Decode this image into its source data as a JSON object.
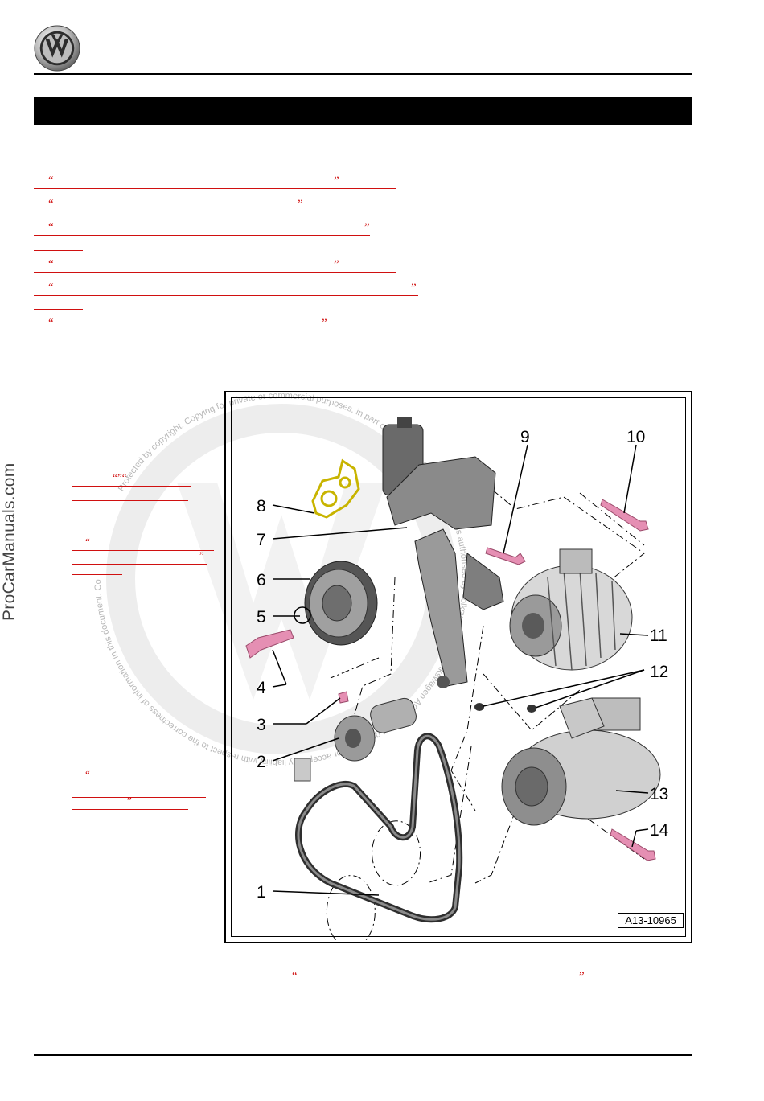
{
  "sidebar": {
    "brand_text": "ProCarManuals.com"
  },
  "header": {
    "logo": "vw-logo-icon"
  },
  "references": [
    {
      "open": "“",
      "close": "”"
    },
    {
      "open": "“",
      "close": "”"
    },
    {
      "open": "“",
      "close": "”"
    },
    {
      "open": "“",
      "close": "”"
    },
    {
      "open": "“",
      "close": "”"
    },
    {
      "open": "“",
      "close": "”"
    }
  ],
  "side_notes": {
    "a_open": "“",
    "a_close": "”“",
    "b_open": "“",
    "b_close": "”",
    "c_open": "“",
    "c_close": "”"
  },
  "figure": {
    "id": "A13-10965",
    "callouts": [
      "1",
      "2",
      "3",
      "4",
      "5",
      "6",
      "7",
      "8",
      "9",
      "10",
      "11",
      "12",
      "13",
      "14"
    ]
  },
  "bottom_reference": {
    "open": "“",
    "close": "”"
  },
  "watermark": {
    "ring_text": "Protected by copyright. Copying for private or commercial purposes, in part or in whole, is not permitted unless authorised by Volkswagen AG. Volkswagen AG does not guarantee or accept any liability with respect to the correctness of information in this document. Copyright by Volkswagen AG."
  },
  "colors": {
    "link_red": "#d01010",
    "band": "#000000"
  }
}
